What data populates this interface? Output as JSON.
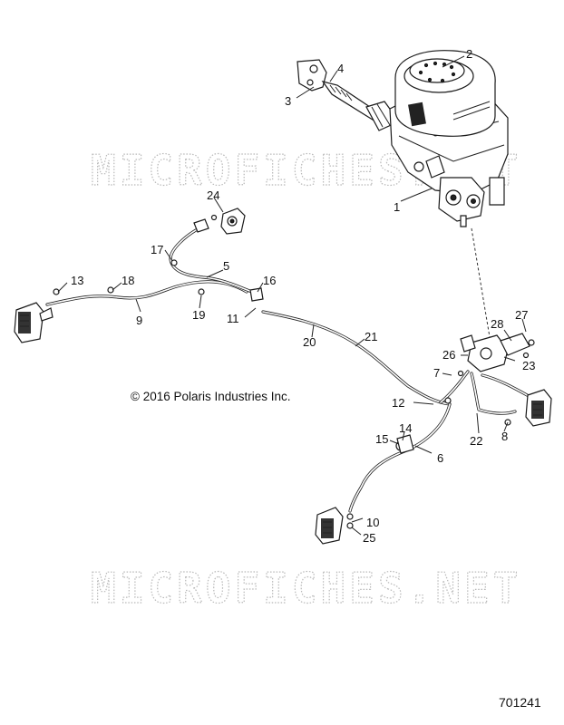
{
  "diagram": {
    "watermarks": [
      "MICROFICHES.NET",
      "MICROFICHES.NET"
    ],
    "copyright": "© 2016 Polaris Industries Inc.",
    "part_number": "701241",
    "callouts": {
      "c1": "1",
      "c2": "2",
      "c3": "3",
      "c4": "4",
      "c5": "5",
      "c6": "6",
      "c7": "7",
      "c8": "8",
      "c9": "9",
      "c10": "10",
      "c11": "11",
      "c12": "12",
      "c13": "13",
      "c14": "14",
      "c15": "15",
      "c16": "16",
      "c17": "17",
      "c18": "18",
      "c19": "19",
      "c20": "20",
      "c21": "21",
      "c22": "22",
      "c23": "23",
      "c24": "24",
      "c25": "25",
      "c26": "26",
      "c27": "27",
      "c28": "28"
    }
  }
}
